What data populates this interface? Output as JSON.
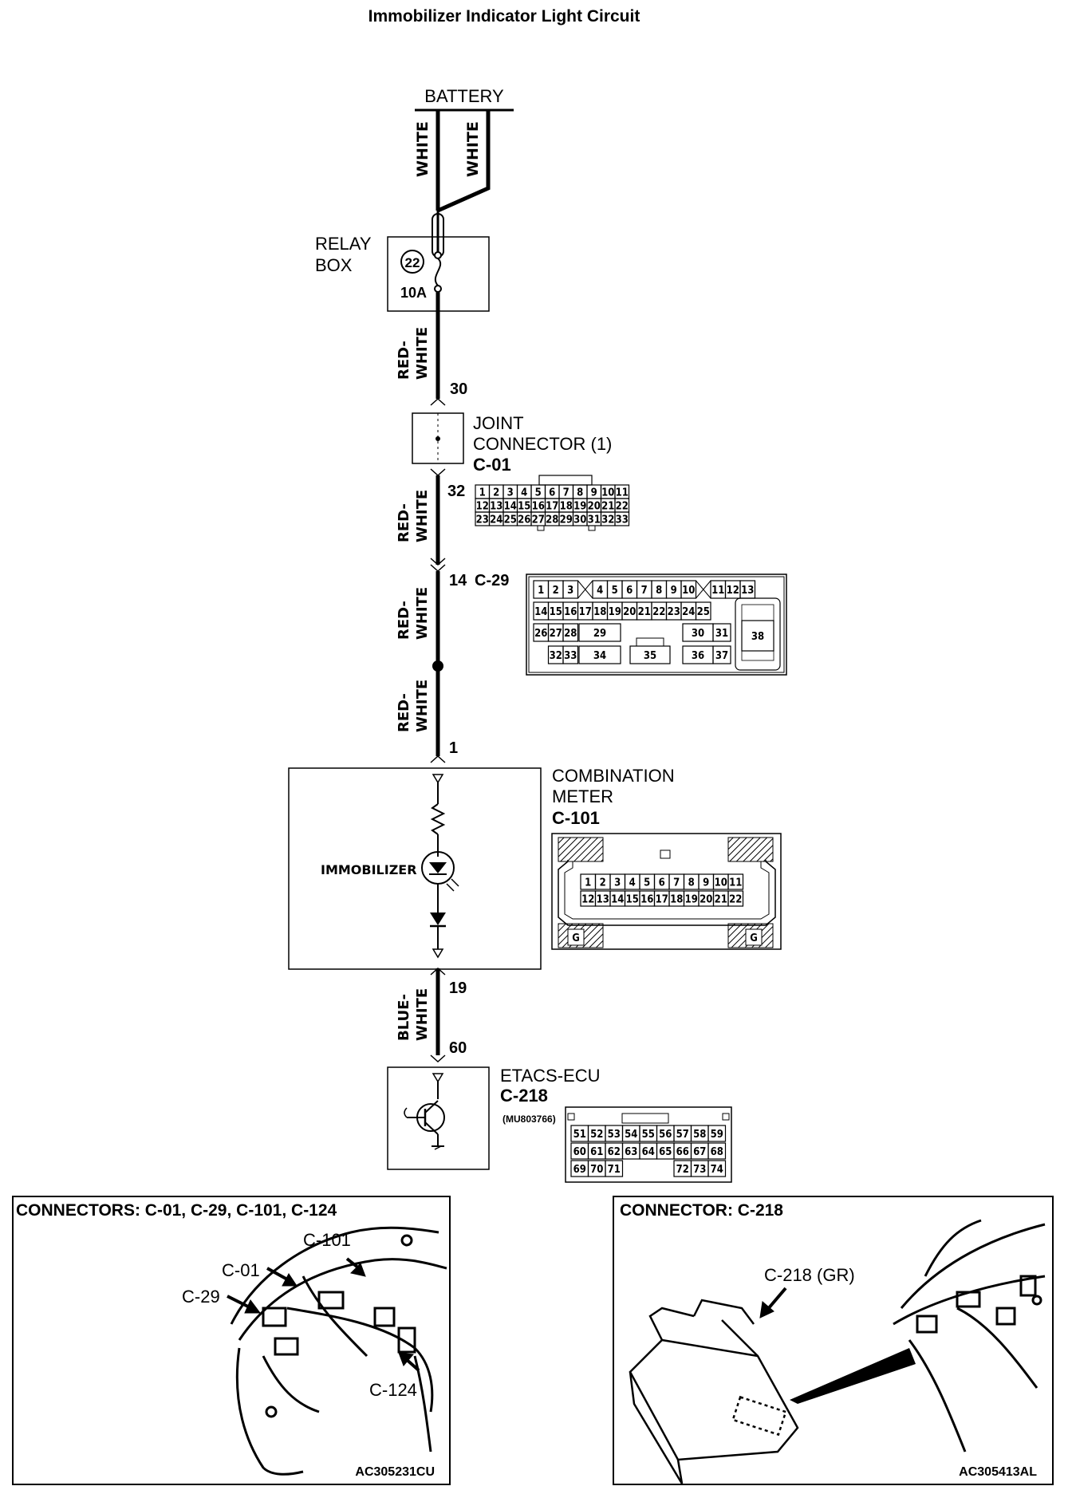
{
  "title": "Immobilizer Indicator Light Circuit",
  "battery": "BATTERY",
  "wires": {
    "white_left": "WHITE",
    "white_right": "WHITE",
    "red_white_1": [
      "RED-",
      "WHITE"
    ],
    "red_white_2": [
      "RED-",
      "WHITE"
    ],
    "red_white_3": [
      "RED-",
      "WHITE"
    ],
    "red_white_4": [
      "RED-",
      "WHITE"
    ],
    "blue_white": [
      "BLUE-",
      "WHITE"
    ]
  },
  "relay_box": {
    "label_line1": "RELAY",
    "label_line2": "BOX",
    "fuse_no": "22",
    "fuse_rating": "10A"
  },
  "pins": {
    "p30": "30",
    "p32": "32",
    "p14": "14",
    "p1": "1",
    "p19": "19",
    "p60": "60"
  },
  "joint_connector": {
    "line1": "JOINT",
    "line2": "CONNECTOR (1)",
    "id": "C-01",
    "rows": [
      [
        "1",
        "2",
        "3",
        "4",
        "5",
        "6",
        "7",
        "8",
        "9",
        "10",
        "11"
      ],
      [
        "12",
        "13",
        "14",
        "15",
        "16",
        "17",
        "18",
        "19",
        "20",
        "21",
        "22"
      ],
      [
        "23",
        "24",
        "25",
        "26",
        "27",
        "28",
        "29",
        "30",
        "31",
        "32",
        "33"
      ]
    ]
  },
  "c29": {
    "id": "C-29",
    "row1": [
      "1",
      "2",
      "3",
      "",
      "4",
      "5",
      "6",
      "7",
      "8",
      "9",
      "10",
      "",
      "11",
      "12",
      "13"
    ],
    "row2": [
      "14",
      "15",
      "16",
      "17",
      "18",
      "19",
      "20",
      "21",
      "22",
      "23",
      "24",
      "25"
    ],
    "row3": [
      "26",
      "27",
      "28",
      "29",
      "30",
      "31"
    ],
    "row4": [
      "32",
      "33",
      "34",
      "35",
      "36",
      "37"
    ],
    "big": "38"
  },
  "combination_meter": {
    "line1": "COMBINATION",
    "line2": "METER",
    "id": "C-101",
    "indicator": "IMMOBILIZER",
    "row1": [
      "1",
      "2",
      "3",
      "4",
      "5",
      "6",
      "7",
      "8",
      "9",
      "10",
      "11"
    ],
    "row2": [
      "12",
      "13",
      "14",
      "15",
      "16",
      "17",
      "18",
      "19",
      "20",
      "21",
      "22"
    ],
    "ground": "G"
  },
  "etacs": {
    "name": "ETACS-ECU",
    "id": "C-218",
    "part": "(MU803766)",
    "row1": [
      "51",
      "52",
      "53",
      "54",
      "55",
      "56",
      "57",
      "58",
      "59"
    ],
    "row2": [
      "60",
      "61",
      "62",
      "63",
      "64",
      "65",
      "66",
      "67",
      "68"
    ],
    "row3": [
      "69",
      "70",
      "71",
      "",
      "",
      "",
      "72",
      "73",
      "74"
    ]
  },
  "panel_left": {
    "title": "CONNECTORS: C-01, C-29, C-101, C-124",
    "callouts": [
      "C-01",
      "C-101",
      "C-29",
      "C-124"
    ],
    "code": "AC305231CU"
  },
  "panel_right": {
    "title": "CONNECTOR: C-218",
    "callout": "C-218 (GR)",
    "code": "AC305413AL"
  }
}
